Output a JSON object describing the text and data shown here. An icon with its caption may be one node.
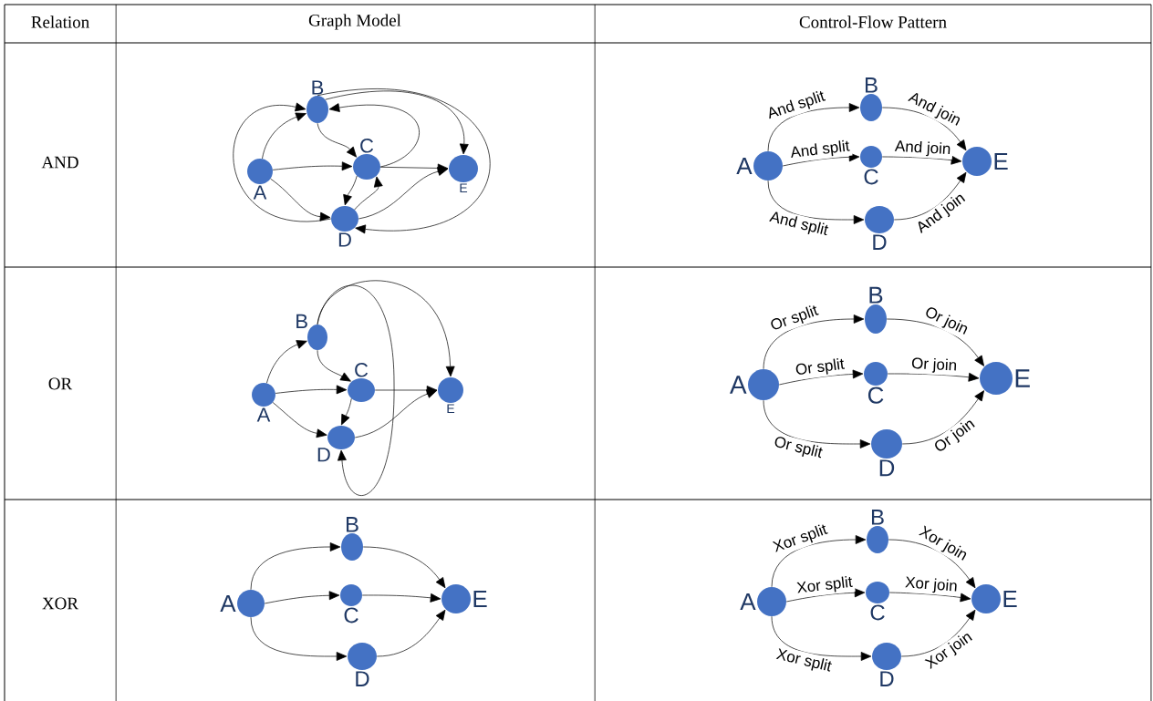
{
  "diagram": {
    "nodes": [
      {
        "text": [
          "A"
        ]
      },
      {
        "text": [
          "B"
        ]
      },
      {
        "text": [
          "C"
        ]
      },
      {
        "text": [
          "D"
        ]
      },
      {
        "text": [
          "E"
        ]
      },
      {
        "text": [
          "A"
        ]
      },
      {
        "text": [
          "B"
        ]
      },
      {
        "text": [
          "C"
        ]
      },
      {
        "text": [
          "D"
        ]
      },
      {
        "text": [
          "E"
        ]
      },
      {
        "text": [
          "A"
        ]
      },
      {
        "text": [
          "B"
        ]
      },
      {
        "text": [
          "C"
        ]
      },
      {
        "text": [
          "D"
        ]
      },
      {
        "text": [
          "E"
        ]
      },
      {
        "text": [
          "A"
        ]
      },
      {
        "text": [
          "B"
        ]
      },
      {
        "text": [
          "C"
        ]
      },
      {
        "text": [
          "D"
        ]
      },
      {
        "text": [
          "E"
        ]
      },
      {
        "text": [
          "A"
        ]
      },
      {
        "text": [
          "B"
        ]
      },
      {
        "text": [
          "C"
        ]
      },
      {
        "text": [
          "D"
        ]
      },
      {
        "text": [
          "E"
        ]
      },
      {
        "text": [
          "A"
        ]
      },
      {
        "text": [
          "B"
        ]
      },
      {
        "text": [
          "C"
        ]
      },
      {
        "text": [
          "D"
        ]
      },
      {
        "text": [
          "E"
        ]
      }
    ],
    "edges": [
      {
        "from": 0,
        "to": 1,
        "arrow": "to"
      },
      {
        "from": 3,
        "to": 1,
        "arrow": "to"
      },
      {
        "from": 1,
        "to": 2,
        "arrow": "to"
      },
      {
        "from": 1,
        "to": 4,
        "arrow": "to"
      },
      {
        "from": 2,
        "to": 1,
        "arrow": "to"
      },
      {
        "from": 0,
        "to": 2,
        "arrow": "to"
      },
      {
        "from": 0,
        "to": 3,
        "arrow": "to"
      },
      {
        "from": 2,
        "to": 4,
        "arrow": "to"
      },
      {
        "from": 2,
        "to": 3,
        "arrow": "to"
      },
      {
        "from": 3,
        "to": 2,
        "arrow": "to"
      },
      {
        "from": 3,
        "to": 4,
        "arrow": "to"
      },
      {
        "from": 1,
        "to": 3,
        "arrow": "to"
      },
      {
        "from": 5,
        "to": 6,
        "arrow": "to"
      },
      {
        "from": 5,
        "to": 7,
        "arrow": "to"
      },
      {
        "from": 5,
        "to": 8,
        "arrow": "to"
      },
      {
        "from": 6,
        "to": 7,
        "arrow": "to"
      },
      {
        "from": 6,
        "to": 9,
        "arrow": "to"
      },
      {
        "from": 7,
        "to": 9,
        "arrow": "to"
      },
      {
        "from": 7,
        "to": 8,
        "arrow": "to"
      },
      {
        "from": 8,
        "to": 9,
        "arrow": "to"
      },
      {
        "from": 6,
        "to": 8,
        "arrow": "to"
      },
      {
        "from": 10,
        "to": 11,
        "arrow": "to"
      },
      {
        "from": 10,
        "to": 12,
        "arrow": "to"
      },
      {
        "from": 10,
        "to": 13,
        "arrow": "to"
      },
      {
        "from": 11,
        "to": 14,
        "arrow": "to"
      },
      {
        "from": 12,
        "to": 14,
        "arrow": "to"
      },
      {
        "from": 13,
        "to": 14,
        "arrow": "to"
      },
      {
        "from": 15,
        "to": 16,
        "arrow": "to",
        "label": "And split"
      },
      {
        "from": 15,
        "to": 17,
        "arrow": "to",
        "label": "And split"
      },
      {
        "from": 15,
        "to": 18,
        "arrow": "to",
        "label": "And split"
      },
      {
        "from": 16,
        "to": 19,
        "arrow": "to",
        "label": "And join"
      },
      {
        "from": 17,
        "to": 19,
        "arrow": "to",
        "label": "And join"
      },
      {
        "from": 18,
        "to": 19,
        "arrow": "to",
        "label": "And join"
      },
      {
        "from": 20,
        "to": 21,
        "arrow": "to",
        "label": "Or split"
      },
      {
        "from": 20,
        "to": 22,
        "arrow": "to",
        "label": "Or split"
      },
      {
        "from": 20,
        "to": 23,
        "arrow": "to",
        "label": "Or split"
      },
      {
        "from": 21,
        "to": 24,
        "arrow": "to",
        "label": "Or join"
      },
      {
        "from": 22,
        "to": 24,
        "arrow": "to",
        "label": "Or join"
      },
      {
        "from": 23,
        "to": 24,
        "arrow": "to",
        "label": "Or join"
      },
      {
        "from": 25,
        "to": 26,
        "arrow": "to",
        "label": "Xor split"
      },
      {
        "from": 25,
        "to": 27,
        "arrow": "to",
        "label": "Xor split"
      },
      {
        "from": 25,
        "to": 28,
        "arrow": "to",
        "label": "Xor split"
      },
      {
        "from": 26,
        "to": 29,
        "arrow": "to",
        "label": "Xor join"
      },
      {
        "from": 27,
        "to": 29,
        "arrow": "to",
        "label": "Xor join"
      },
      {
        "from": 28,
        "to": 29,
        "arrow": "to",
        "label": "Xor join"
      }
    ],
    "labels": [
      "Relation",
      "Graph Model",
      "Control-Flow Pattern",
      "AND",
      "OR",
      "XOR"
    ]
  }
}
